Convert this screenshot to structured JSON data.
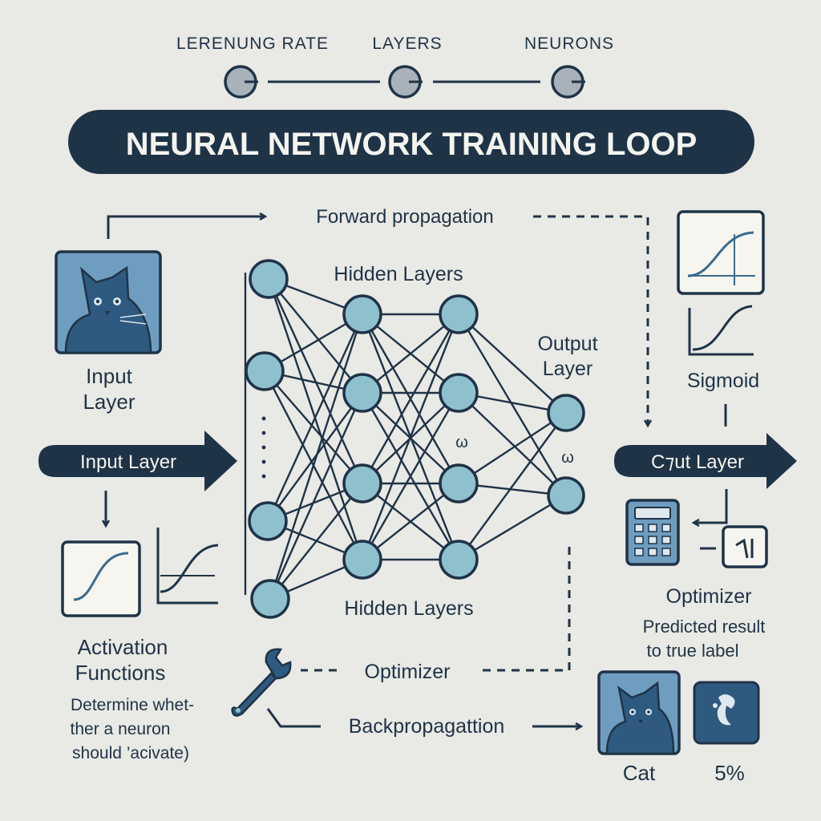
{
  "hyperparameters": [
    {
      "label": "LERENUNG RATE"
    },
    {
      "label": "LAYERS"
    },
    {
      "label": "NEURONS"
    }
  ],
  "title": "NEURAL NETWORK TRAINING LOOP",
  "forward_label": "Forward propagation",
  "hidden_top_label": "Hidden Layers",
  "hidden_bottom_label": "Hidden Layers",
  "output_layer_label": [
    "Output",
    "Layer"
  ],
  "input_layer_label": [
    "Input",
    "Layer"
  ],
  "input_arrow_label": "Input Layer",
  "output_arrow_label": "C⁊ut Layer",
  "sigmoid_label": "Sigmoid",
  "weight_marks": [
    "ω",
    "ω"
  ],
  "optimizer_right_label": "Optimizer",
  "compare_text": [
    "Predicted result",
    "to true label"
  ],
  "activation_title": [
    "Activation",
    "Functions"
  ],
  "activation_desc": [
    "Determine whet-",
    "ther a neuron",
    "should ’acivate)"
  ],
  "optimizer_bottom_label": "Optimizer",
  "backprop_label": "Backpropagattion",
  "result_label": "Cat",
  "confidence": "5%",
  "colors": {
    "ink": "#1f3347",
    "node_fill": "#8fc0cd",
    "card_fill": "#f6f5ef",
    "cat_card": "#6f9dbf",
    "background": "#e9e9e5",
    "title_bar": "#1f3347"
  },
  "icons": {
    "wrench": "wrench-icon",
    "calculator": "calculator-icon",
    "input_image": "cat-image-icon",
    "output_image": "cat-image-icon",
    "confidence_badge": "loss-badge-icon"
  }
}
